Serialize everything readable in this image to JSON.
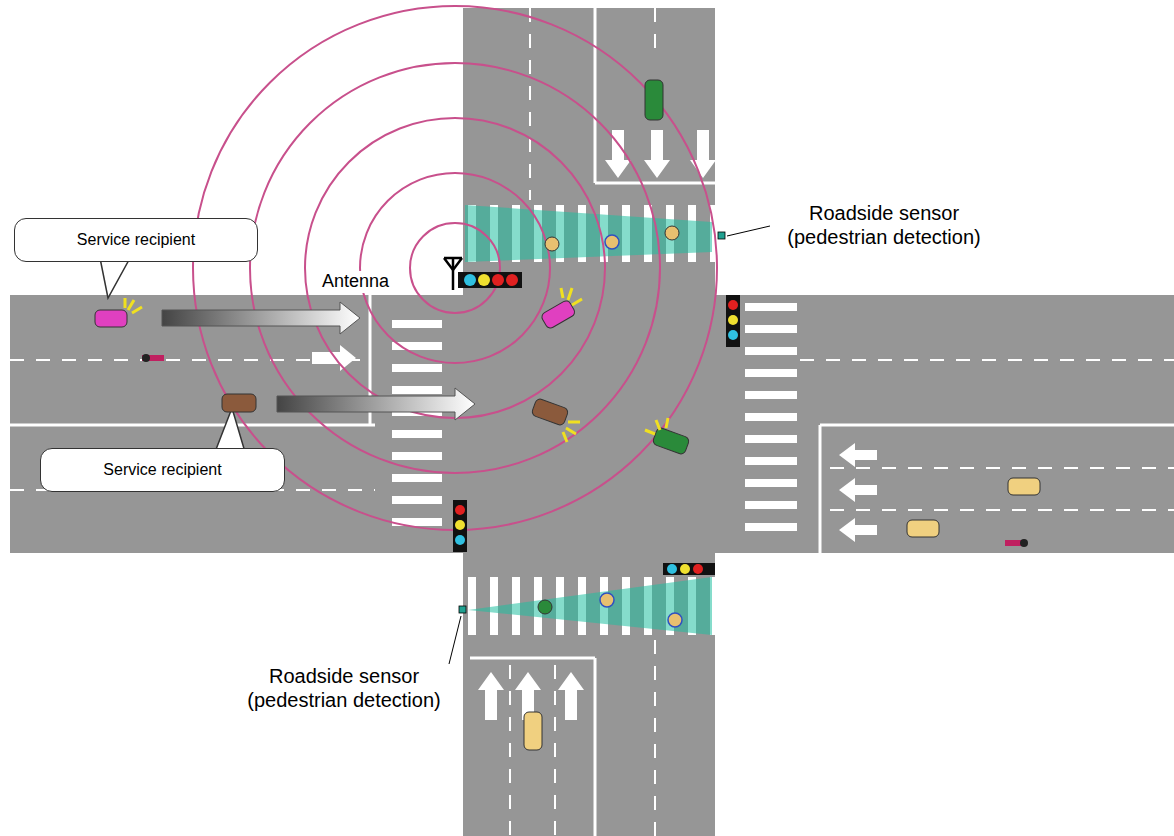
{
  "diagram": {
    "nodes": [
      {
        "text": [
          "Service recipient"
        ]
      },
      {
        "text": [
          "Service recipient"
        ]
      }
    ],
    "labels": [
      "Antenna",
      "Roadside sensor (pedestrian detection)",
      "Roadside sensor (pedestrian detection)"
    ]
  }
}
